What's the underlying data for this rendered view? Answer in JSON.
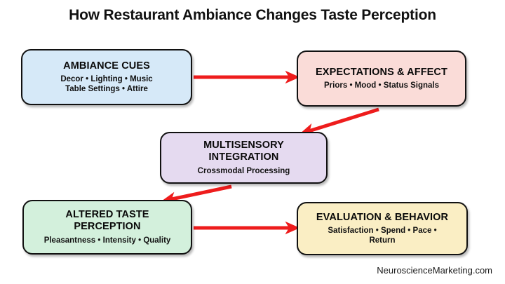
{
  "title": "How Restaurant Ambiance Changes Taste Perception",
  "footer": "NeuroscienceMarketing.com",
  "colors": {
    "arrow": "#ee1c1c",
    "border": "#111111",
    "ambiance_cues_fill": "#d6e9f8",
    "expectations_affect_fill": "#fadcd8",
    "multisensory_integration_fill": "#e5daf0",
    "altered_taste_perception_fill": "#d3f0dc",
    "evaluation_behavior_fill": "#faeec4",
    "title_text": "#111111"
  },
  "nodes": [
    {
      "id": "ambiance-cues",
      "title": "AMBIANCE CUES",
      "sub_line_1": "Decor • Lighting • Music",
      "sub_line_2": "Table Settings • Attire"
    },
    {
      "id": "expectations-affect",
      "title": "EXPECTATIONS & AFFECT",
      "sub_line_1": "Priors • Mood • Status Signals",
      "sub_line_2": ""
    },
    {
      "id": "multisensory-integration",
      "title_line_1": "MULTISENSORY",
      "title_line_2": "INTEGRATION",
      "sub_line_1": "Crossmodal Processing",
      "sub_line_2": ""
    },
    {
      "id": "altered-taste-perception",
      "title_line_1": "ALTERED TASTE",
      "title_line_2": "PERCEPTION",
      "sub_line_1": "Pleasantness • Intensity • Quality",
      "sub_line_2": ""
    },
    {
      "id": "evaluation-behavior",
      "title": "EVALUATION & BEHAVIOR",
      "sub_line_1": "Satisfaction • Spend • Pace •",
      "sub_line_2": "Return"
    }
  ],
  "arrows": [
    {
      "id": "ambiance-to-expectations",
      "from": "ambiance-cues",
      "to": "expectations-affect",
      "direction": "right"
    },
    {
      "id": "expectations-to-multisensory",
      "from": "expectations-affect",
      "to": "multisensory-integration",
      "direction": "down-left"
    },
    {
      "id": "multisensory-to-altered-taste",
      "from": "multisensory-integration",
      "to": "altered-taste-perception",
      "direction": "down-left"
    },
    {
      "id": "altered-taste-to-evaluation",
      "from": "altered-taste-perception",
      "to": "evaluation-behavior",
      "direction": "right"
    }
  ]
}
